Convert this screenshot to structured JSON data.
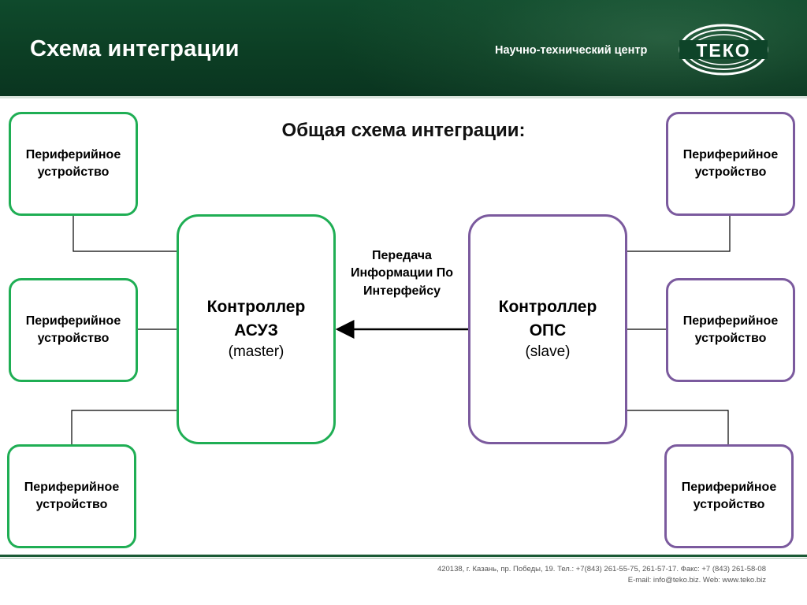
{
  "header": {
    "title": "Схема интеграции",
    "org": "Научно-технический центр",
    "logo_text": "ТЕКО",
    "colors": {
      "band": "#0c3e24",
      "text": "#ffffff"
    }
  },
  "diagram": {
    "title": "Общая схема интеграции:",
    "left_devices": [
      {
        "label": "Периферийное устройство"
      },
      {
        "label": "Периферийное устройство"
      },
      {
        "label": "Периферийное устройство"
      }
    ],
    "right_devices": [
      {
        "label": "Периферийное устройство"
      },
      {
        "label": "Периферийное устройство"
      },
      {
        "label": "Периферийное устройство"
      }
    ],
    "controller_master": {
      "line1": "Контроллер",
      "line2": "АСУЗ",
      "role": "(master)"
    },
    "controller_slave": {
      "line1": "Контроллер",
      "line2": "ОПС",
      "role": "(slave)"
    },
    "transfer_label": "Передача Информации По Интерфейсу",
    "colors": {
      "green": "#1fae54",
      "purple": "#7b5a9e"
    }
  },
  "footer": {
    "address": "420138, г. Казань, пр. Победы, 19. Тел.: +7(843) 261-55-75, 261-57-17. Факс: +7 (843) 261-58-08",
    "contacts": "E-mail: info@teko.biz. Web: www.teko.biz"
  }
}
